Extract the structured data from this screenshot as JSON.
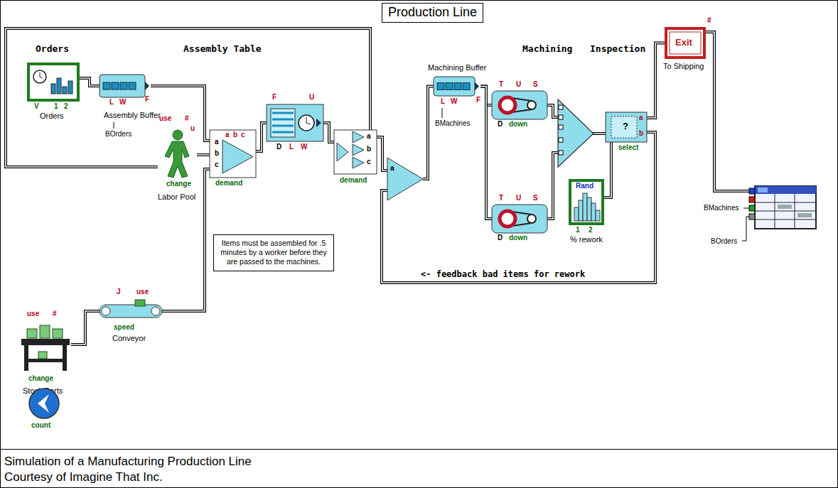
{
  "diagram": {
    "title": "Production Line",
    "caption": "Simulation of a Manufacturing Production Line",
    "nodes": [
      {
        "text": [
          "Orders",
          "V",
          "1",
          "2"
        ]
      },
      {
        "text": [
          "Assembly Buffer",
          "L",
          "W",
          "F"
        ]
      },
      {
        "text": [
          "Labor Pool",
          "use",
          "#",
          "u",
          "change"
        ]
      },
      {
        "text": [
          "a",
          "b",
          "c",
          "a",
          "b",
          "c",
          "demand"
        ]
      },
      {
        "text": [
          "F",
          "U",
          "D",
          "L",
          "W"
        ]
      },
      {
        "text": [
          "a",
          "b",
          "c",
          "demand"
        ]
      },
      {
        "text": [
          "a"
        ]
      },
      {
        "text": [
          "Machining Buffer",
          "L",
          "W",
          "F"
        ]
      },
      {
        "text": [
          "T",
          "U",
          "S",
          "D",
          "down"
        ]
      },
      {
        "text": [
          "T",
          "U",
          "S",
          "D",
          "down"
        ]
      },
      {
        "text": [
          "?",
          "a",
          "b",
          "select"
        ]
      },
      {
        "text": [
          "Rand",
          "1",
          "2",
          "% rework"
        ]
      },
      {
        "text": [
          "Exit",
          "#",
          "To Shipping"
        ]
      },
      {
        "text": [
          "Stock Parts",
          "use",
          "#",
          "change"
        ]
      },
      {
        "text": [
          "Conveyor",
          "J",
          "use",
          "speed"
        ]
      },
      {
        "text": [
          "Items must be assembled for .5 minutes by a worker before they are passed to the machines."
        ]
      },
      {
        "text": [
          "count"
        ]
      }
    ],
    "edges": [
      {
        "from": 0,
        "to": 1,
        "arrow": "none"
      },
      {
        "from": 1,
        "to": 3,
        "arrow": "none"
      },
      {
        "from": 2,
        "to": 3,
        "arrow": "none"
      },
      {
        "from": 14,
        "to": 3,
        "arrow": "none"
      },
      {
        "from": 13,
        "to": 14,
        "arrow": "none"
      },
      {
        "from": 3,
        "to": 4,
        "arrow": "none"
      },
      {
        "from": 4,
        "to": 5,
        "arrow": "none"
      },
      {
        "from": 5,
        "to": 6,
        "arrow": "none"
      },
      {
        "from": 5,
        "to": 2,
        "arrow": "none"
      },
      {
        "from": 6,
        "to": 7,
        "arrow": "none"
      },
      {
        "from": 7,
        "to": 8,
        "arrow": "none"
      },
      {
        "from": 7,
        "to": 9,
        "arrow": "none"
      },
      {
        "from": 8,
        "to": 10,
        "arrow": "none"
      },
      {
        "from": 9,
        "to": 10,
        "arrow": "none"
      },
      {
        "from": 11,
        "to": 10,
        "arrow": "none"
      },
      {
        "from": 10,
        "to": 12,
        "arrow": "none"
      },
      {
        "from": 10,
        "to": 6,
        "label": "<- feedback bad items for rework",
        "arrow": "none"
      }
    ],
    "labels": [
      "Orders",
      "Assembly Table",
      "Machining",
      "Inspection",
      "BOrders",
      "BMachines",
      "BMachines",
      "BOrders",
      "Courtesy of Imagine That Inc."
    ]
  }
}
